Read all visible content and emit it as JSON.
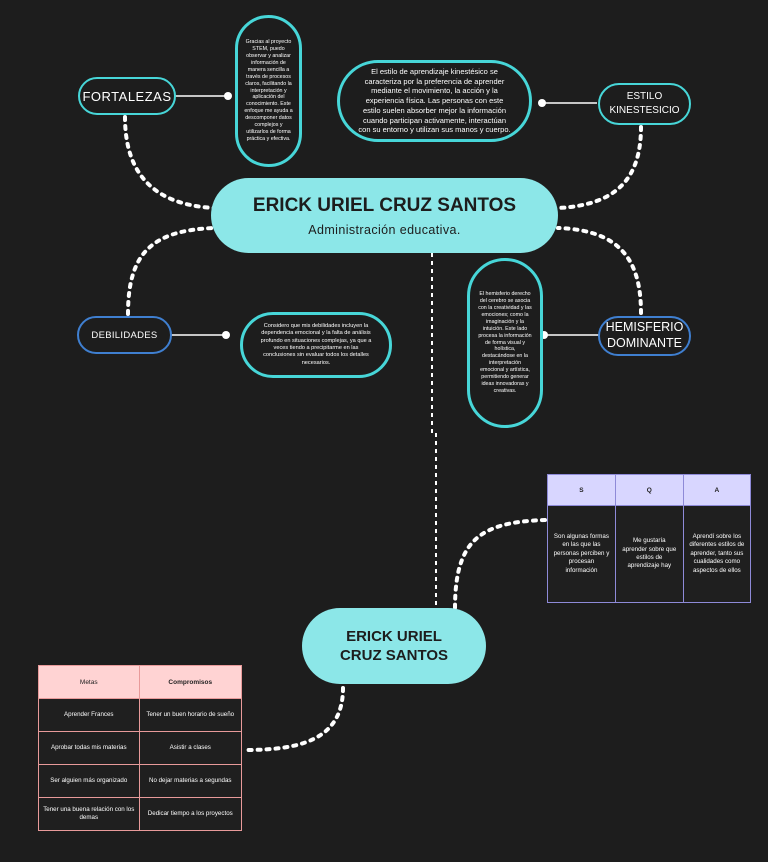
{
  "main": {
    "title": "ERICK URIEL CRUZ SANTOS",
    "subtitle": "Administración educativa."
  },
  "nodes": {
    "fortalezas": {
      "label": "FORTALEZAS",
      "text": "Gracias al proyecto STEM, puedo observar y analizar información de manera sencilla a través de procesos claros, facilitando la interpretación y aplicación del conocimiento. Este enfoque me ayuda a descomponer datos complejos y utilizarlos de forma práctica y efectiva."
    },
    "estilo": {
      "label": "ESTILO KINESTESICIO",
      "text": "El estilo de aprendizaje kinestésico se caracteriza por la preferencia de aprender mediante el movimiento, la acción y la experiencia física. Las personas con este estilo suelen absorber mejor la información cuando participan activamente, interactúan con su entorno y utilizan sus manos y cuerpo."
    },
    "debilidades": {
      "label": "DEBILIDADES",
      "text": "Considero que mis debilidades incluyen la dependencia emocional y la falta de análisis profundo en situaciones complejas, ya que a veces tiendo a precipitarme en las conclusiones sin evaluar todos los detalles necesarios."
    },
    "hemisferio": {
      "label": "HEMISFERIO DOMINANTE",
      "text": "El hemisferio derecho del cerebro se asocia con la creatividad y las emociones; como la imaginación y la intuición. Este lado procesa la información de forma visual y holística, destacándose en la interpretación emocional y artística, permitiendo generar ideas innovadoras y creativas."
    }
  },
  "second": {
    "title": "ERICK URIEL CRUZ SANTOS"
  },
  "sqa": {
    "headers": [
      "S",
      "Q",
      "A"
    ],
    "cells": [
      "Son algunas formas en las que las personas perciben y procesan información",
      "Me gustaría aprender sobre que estilos de aprendizaje hay",
      "Aprendí sobre los diferentes estilos de aprender, tanto sus cualidades como aspectos de ellos"
    ]
  },
  "metas": {
    "headers": [
      "Metas",
      "Compromisos"
    ],
    "rows": [
      [
        "Aprender Frances",
        "Tener un buen horario de sueño"
      ],
      [
        "Aprobar todas mis materias",
        "Asistir a clases"
      ],
      [
        "Ser alguien más organizado",
        "No dejar materias a segundas"
      ],
      [
        "Tener una buena relación con los demas",
        "Dedicar tiempo a los proyectos"
      ]
    ]
  },
  "colors": {
    "accent": "#47d6d8",
    "center": "#8ce7e8",
    "background": "#1d1d1d"
  }
}
